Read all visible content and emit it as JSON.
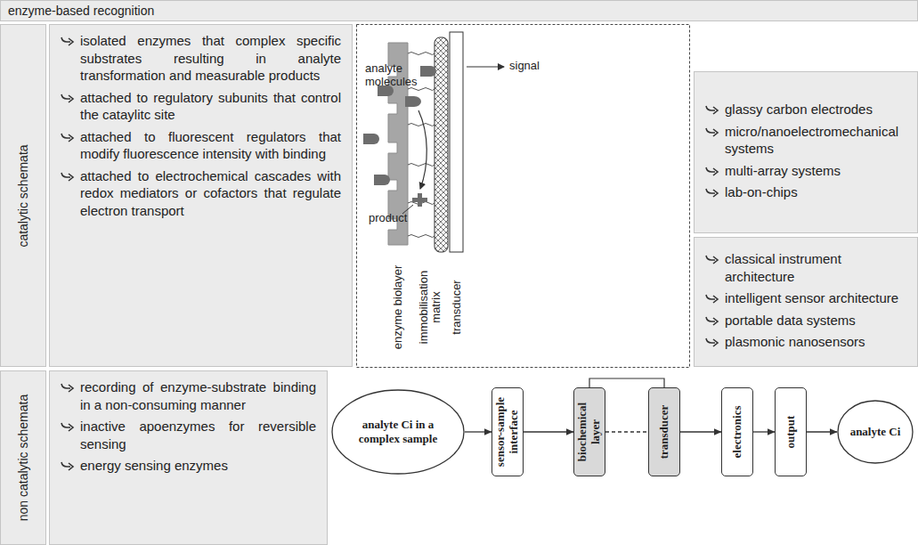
{
  "diagram": {
    "nodes": [
      {
        "text": [
          "enzyme-based recognition"
        ]
      },
      {
        "text": [
          "catalytic schemata"
        ]
      },
      {
        "text": [
          "isolated enzymes that complex specific substrates resulting in analyte transformation and measurable products",
          "attached to regulatory subunits that control the cataylitc site",
          "attached to fluorescent regulators that modify fluorescence intensity with binding",
          "attached to electrochemical cascades with redox mediators or cofactors that regulate electron transport"
        ]
      },
      {
        "text": [
          "glassy carbon electrodes",
          "micro/nanoelectromechanical systems",
          "multi-array systems",
          "lab-on-chips"
        ]
      },
      {
        "text": [
          "classical instrument architecture",
          "intelligent sensor architecture",
          "portable data systems",
          "plasmonic nanosensors"
        ]
      },
      {
        "text": [
          "non catalytic schemata"
        ]
      },
      {
        "text": [
          "recording of enzyme-substrate binding in a non-consuming manner",
          "inactive apoenzymes for reversible sensing",
          "energy sensing enzymes"
        ]
      },
      {
        "text": [
          "analyte Ci in a complex sample"
        ]
      },
      {
        "text": [
          "sensor-sample interface"
        ]
      },
      {
        "text": [
          "biochemical layer"
        ]
      },
      {
        "text": [
          "transducer"
        ]
      },
      {
        "text": [
          "electronics"
        ]
      },
      {
        "text": [
          "output"
        ]
      },
      {
        "text": [
          "analyte Ci"
        ]
      }
    ],
    "edges": [
      {
        "from": 7,
        "to": 8,
        "arrow": "to"
      },
      {
        "from": 8,
        "to": 9,
        "arrow": "to"
      },
      {
        "from": 9,
        "to": 10,
        "arrow": "none"
      },
      {
        "from": 10,
        "to": 11,
        "arrow": "to"
      },
      {
        "from": 11,
        "to": 12,
        "arrow": "to"
      },
      {
        "from": 12,
        "to": 13,
        "arrow": "to"
      }
    ],
    "labels": [
      "analyte molecules",
      "signal",
      "product",
      "enzyme biolayer",
      "immobilisation matrix",
      "transducer"
    ]
  }
}
